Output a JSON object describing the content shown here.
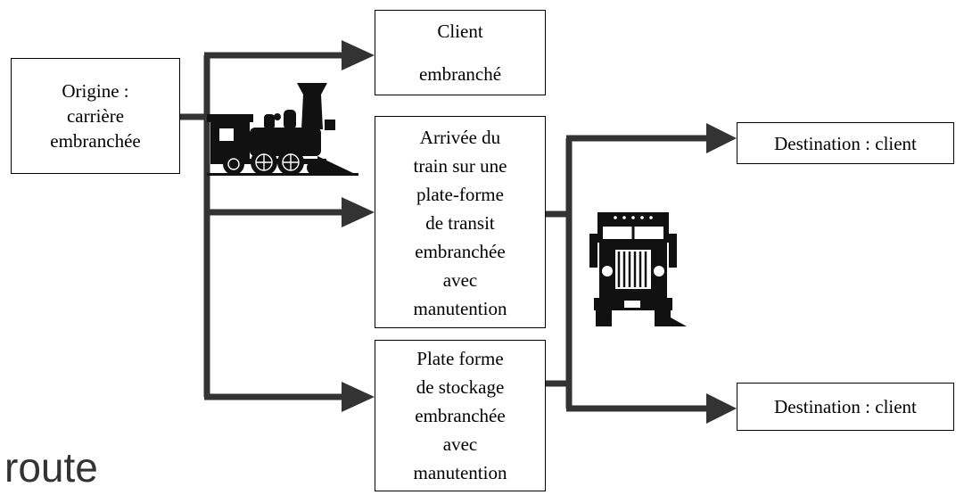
{
  "boxes": {
    "origin": "Origine :\ncarrière\nembranchée",
    "client": "Client\nembranché",
    "arrivee": "Arrivée du\ntrain sur une\nplate-forme\nde transit\nembranchée\navec\nmanutention",
    "plate": "Plate forme\nde stockage\nembranchée\navec\nmanutention",
    "dest1": "Destination : client",
    "dest2": "Destination : client"
  },
  "label": {
    "route": "route"
  },
  "icons": {
    "train": "steam-locomotive-icon",
    "truck": "truck-icon"
  },
  "colors": {
    "lines": "#333333",
    "boxes": "#000000"
  }
}
